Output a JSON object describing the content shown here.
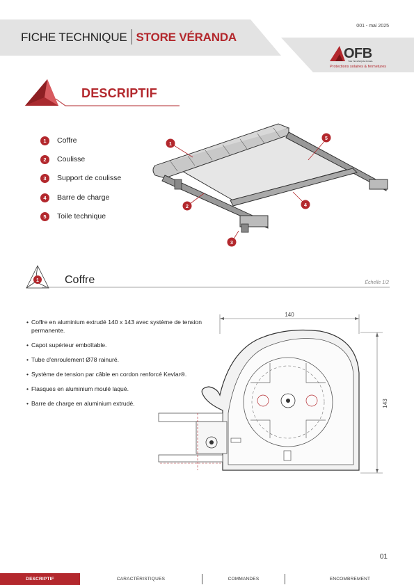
{
  "header": {
    "title_left": "FICHE TECHNIQUE",
    "title_right": "STORE VÉRANDA",
    "doc_ref": "001 - mai 2025",
    "logo_text": "OFB",
    "logo_small": "THE TECHNIQUE-SOLEIL",
    "logo_tagline": "Protections solaires & fermetures"
  },
  "descriptif": {
    "title": "DESCRIPTIF",
    "legend": [
      {
        "num": "1",
        "label": "Coffre"
      },
      {
        "num": "2",
        "label": "Coulisse"
      },
      {
        "num": "3",
        "label": "Support de coulisse"
      },
      {
        "num": "4",
        "label": "Barre de charge"
      },
      {
        "num": "5",
        "label": "Toile technique"
      }
    ]
  },
  "coffre": {
    "num": "1",
    "title": "Coffre",
    "scale": "Échelle 1/2",
    "bullets": [
      "Coffre en aluminium extrudé 140 x 143 avec système de tension permanente.",
      "Capot supérieur emboîtable.",
      "Tube d'enroulement Ø78 rainuré.",
      "Système de tension par câble en cordon renforcé Kevlar®.",
      "Flasques en aluminium moulé laqué.",
      "Barre de charge en aluminium extrudé."
    ],
    "dim_width": "140",
    "dim_height": "143"
  },
  "footer": {
    "page": "01",
    "tabs": [
      "DESCRIPTIF",
      "CARACTÉRISTIQUES",
      "COMMANDES",
      "ENCOMBREMENT"
    ]
  }
}
